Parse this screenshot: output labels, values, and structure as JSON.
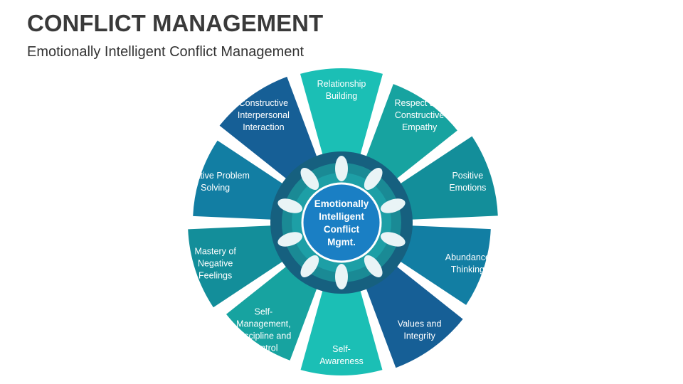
{
  "header": {
    "title": "CONFLICT MANAGEMENT",
    "subtitle": "Emotionally Intelligent Conflict Management"
  },
  "diagram": {
    "center": {
      "lines": [
        "Emotionally",
        "Intelligent",
        "Conflict",
        "Mgmt."
      ],
      "color": "#1a7fc4"
    },
    "segments": [
      {
        "lines": [
          "Relationship",
          "Building"
        ],
        "color": "#1bbfb5"
      },
      {
        "lines": [
          "Respect and",
          "Constructive",
          "Empathy"
        ],
        "color": "#17a3a0"
      },
      {
        "lines": [
          "Positive",
          "Emotions"
        ],
        "color": "#138e9a"
      },
      {
        "lines": [
          "Abundance",
          "Thinking"
        ],
        "color": "#127ea3"
      },
      {
        "lines": [
          "Values and",
          "Integrity"
        ],
        "color": "#165f96"
      },
      {
        "lines": [
          "Self-",
          "Awareness"
        ],
        "color": "#1bbfb5"
      },
      {
        "lines": [
          "Self-",
          "Management,",
          "Discipline and",
          "Control"
        ],
        "color": "#17a3a0"
      },
      {
        "lines": [
          "Mastery of",
          "Negative",
          "Feelings"
        ],
        "color": "#138e9a"
      },
      {
        "lines": [
          "Creative Problem",
          "Solving"
        ],
        "color": "#127ea3"
      },
      {
        "lines": [
          "Constructive",
          "Interpersonal",
          "Interaction"
        ],
        "color": "#165f96"
      }
    ],
    "ring_colors": {
      "outer": "#16607f",
      "mid": "#1a8a95",
      "inner": "#1d9fa6"
    }
  }
}
